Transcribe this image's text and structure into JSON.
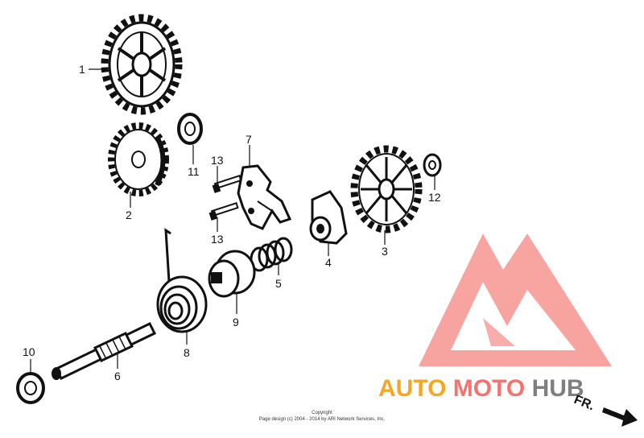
{
  "labels": {
    "p1": "1",
    "p2": "2",
    "p3": "3",
    "p4": "4",
    "p5": "5",
    "p6": "6",
    "p7": "7",
    "p8": "8",
    "p9": "9",
    "p10": "10",
    "p11": "11",
    "p12": "12",
    "p13a": "13",
    "p13b": "13"
  },
  "copyright": {
    "line1": "Copyright",
    "line2": "Page design (c) 2004 - 2014 by ARI Network Services, Inc."
  },
  "watermark": {
    "part1": "AUTO",
    "part2": "MOTO",
    "part3": "HUB",
    "colors": {
      "orange": "#F5A623",
      "pink": "#F4736E",
      "gray": "#7F7F7F"
    }
  },
  "direction": "FR."
}
